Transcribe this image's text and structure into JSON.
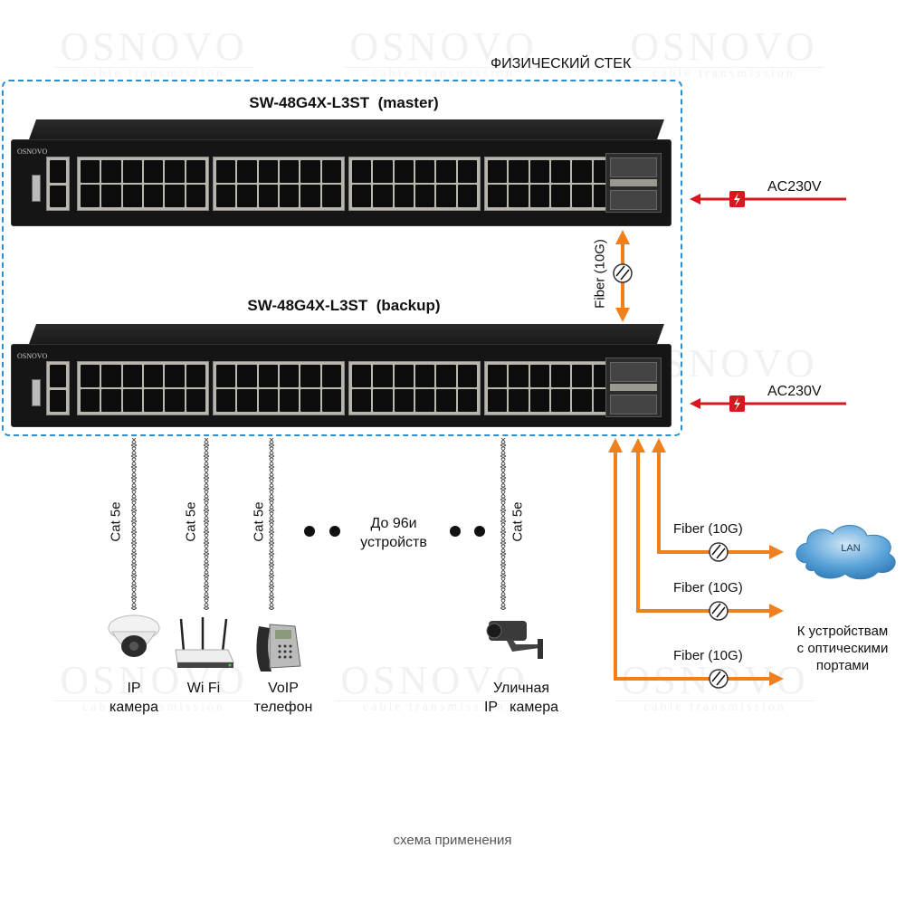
{
  "watermark": {
    "brand": "OSNOVO",
    "tagline": "cable transmission"
  },
  "stack": {
    "title": "ФИЗИЧЕСКИЙ СТЕК",
    "frame_color": "#2e8fd0"
  },
  "switches": [
    {
      "title": "SW-48G4X-L3ST  (master)",
      "model": "SW-48G4X-L3ST",
      "role": "master",
      "brand": "OSNOVO"
    },
    {
      "title": "SW-48G4X-L3ST  (backup)",
      "model": "SW-48G4X-L3ST",
      "role": "backup",
      "brand": "OSNOVO"
    }
  ],
  "stack_link": {
    "label": "Fiber (10G)",
    "color": "#f07f1e"
  },
  "power": [
    {
      "label": "AC230V",
      "color": "#d7191f",
      "icon": "lightning-icon"
    },
    {
      "label": "AC230V",
      "color": "#d7191f",
      "icon": "lightning-icon"
    }
  ],
  "copper_links": [
    {
      "label": "Cat 5e"
    },
    {
      "label": "Cat 5e"
    },
    {
      "label": "Cat 5e"
    },
    {
      "label": "Cat 5e"
    }
  ],
  "device_count": {
    "line1": "До 96и",
    "line2": "устройств"
  },
  "devices": [
    {
      "name": "IP\nкамера",
      "icon": "dome-camera-icon"
    },
    {
      "name": "Wi Fi",
      "icon": "wifi-router-icon"
    },
    {
      "name": "VoIP\nтелефон",
      "icon": "voip-phone-icon"
    },
    {
      "name": "Уличная\nIP   камера",
      "icon": "bullet-camera-icon"
    }
  ],
  "fiber_uplinks": [
    {
      "label": "Fiber (10G)",
      "target": "LAN"
    },
    {
      "label": "Fiber (10G)",
      "target": "optical-devices"
    },
    {
      "label": "Fiber (10G)",
      "target": "optical-devices"
    }
  ],
  "lan_cloud": {
    "label": "LAN",
    "color": "#4f9bd3"
  },
  "optical_devices": {
    "label": "К устройствам\nс оптическими\nпортами"
  },
  "footer": {
    "caption": "схема применения"
  }
}
